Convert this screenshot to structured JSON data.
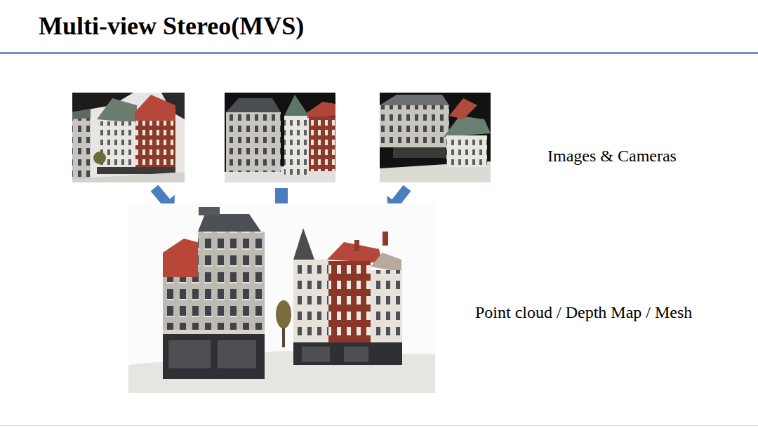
{
  "diagram": {
    "title": "Multi-view Stereo(MVS)",
    "labels": [
      "Images & Cameras",
      "Point cloud / Depth Map / Mesh"
    ]
  }
}
